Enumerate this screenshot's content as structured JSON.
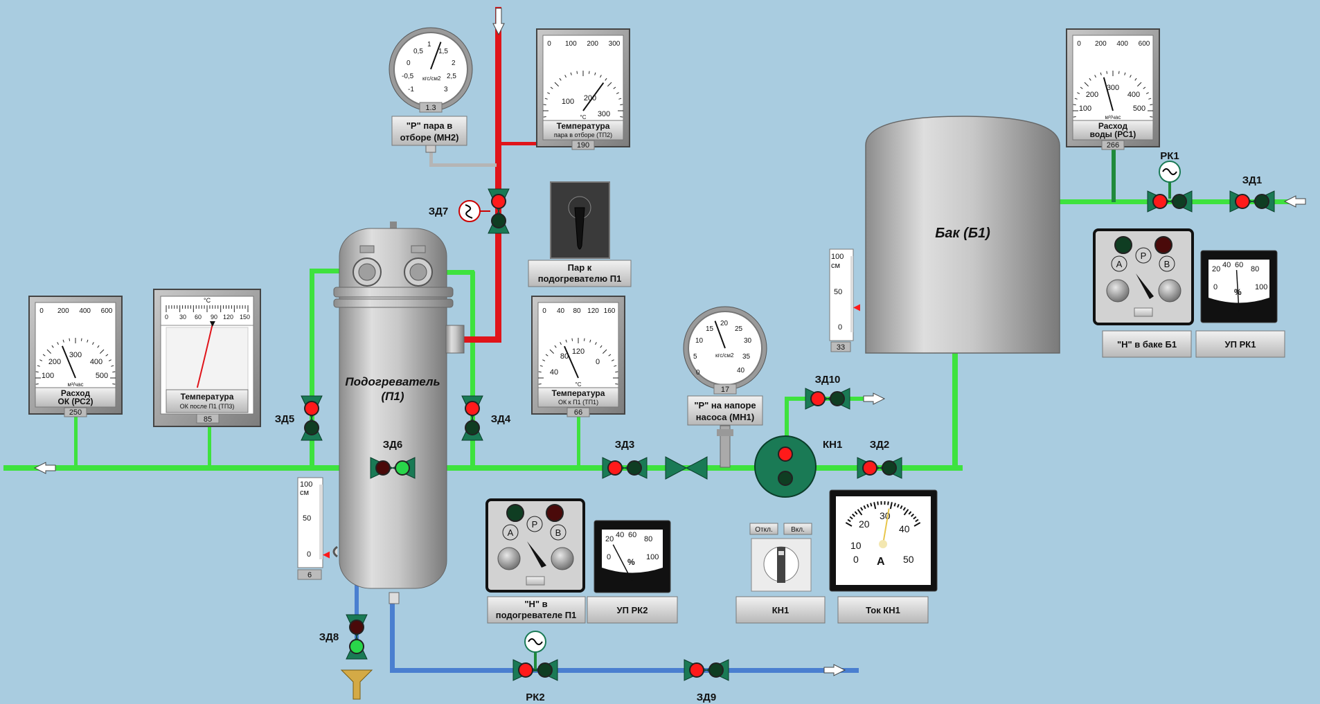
{
  "colors": {
    "background": "#a9cce0",
    "water": "#3ee23e",
    "steam": "#e0141a",
    "condensate": "#4a7fd0",
    "valve_body": "#1a7a55",
    "lamp_red": "#ff1a1a",
    "lamp_green": "#29d64a"
  },
  "heater": {
    "name": "Подогреватель (П1)",
    "line1": "Подогреватель",
    "line2": "(П1)"
  },
  "tank": {
    "name": "Бак (Б1)"
  },
  "valves": {
    "zd1": "ЗД1",
    "zd2": "ЗД2",
    "zd3": "ЗД3",
    "zd4": "ЗД4",
    "zd5": "ЗД5",
    "zd6": "ЗД6",
    "zd7": "ЗД7",
    "zd8": "ЗД8",
    "zd9": "ЗД9",
    "zd10": "ЗД10",
    "rk1": "РК1",
    "rk2": "РК2",
    "kn1": "КН1"
  },
  "gauges": {
    "mn2": {
      "value": "1.3",
      "unit": "кгс/см2",
      "ticks": [
        "0",
        "0,5",
        "1",
        "1,5",
        "2",
        "2,5",
        "3",
        "-0,5",
        "-1"
      ],
      "label1": "\"Р\" пара в",
      "label2": "отборе (МН2)",
      "reading": 1.3
    },
    "mn1": {
      "value": "17",
      "unit": "кгс/см2",
      "ticks": [
        "0",
        "5",
        "10",
        "15",
        "20",
        "25",
        "30",
        "35",
        "40"
      ],
      "label1": "\"Р\" на напоре",
      "label2": "насоса (МН1)",
      "reading": 17
    },
    "tp2": {
      "value": "190",
      "ticks": [
        "0",
        "100",
        "200",
        "300",
        "100",
        "200",
        "300"
      ],
      "unit": "°С",
      "label1": "Температура",
      "label2": "пара в отборе (ТП2)",
      "reading": 190
    },
    "tp1": {
      "value": "66",
      "ticks": [
        "0",
        "40",
        "80",
        "120",
        "160",
        "40",
        "80",
        "120",
        "0",
        "160"
      ],
      "unit": "°С",
      "label1": "Температура",
      "label2": "ОК к П1 (ТП1)",
      "reading": 66
    },
    "rs1": {
      "value": "266",
      "ticks": [
        "0",
        "200",
        "400",
        "600",
        "300",
        "200",
        "400",
        "100",
        "500",
        "0",
        "600"
      ],
      "unit": "м³/час",
      "label1": "Расход",
      "label2": "воды (РС1)",
      "reading": 266
    },
    "rs2": {
      "value": "250",
      "ticks": [
        "0",
        "200",
        "400",
        "600",
        "300",
        "200",
        "400",
        "100",
        "500",
        "0",
        "600"
      ],
      "unit": "м³/час",
      "label1": "Расход",
      "label2": "ОК (РС2)",
      "reading": 250
    },
    "tp3": {
      "value": "85",
      "ticks": [
        "0",
        "30",
        "60",
        "90",
        "120",
        "150"
      ],
      "unit": "°С",
      "label1": "Температура",
      "label2": "ОК после П1 (ТП3)",
      "reading": 85
    }
  },
  "levels": {
    "tank": {
      "value": "33",
      "top": "100",
      "unit": "см",
      "mid": "50",
      "bottom": "0",
      "reading": 33
    },
    "heater": {
      "value": "6",
      "top": "100",
      "unit": "см",
      "mid": "50",
      "bottom": "0",
      "reading": 6
    }
  },
  "steam_switch": {
    "label1": "Пар к",
    "label2": "подогревателю П1"
  },
  "controllers": {
    "h_tank": {
      "a": "А",
      "r": "Р",
      "b": "В",
      "label": "\"Н\"  в баке Б1"
    },
    "h_heater": {
      "a": "А",
      "r": "Р",
      "b": "В",
      "label1": "\"Н\"  в",
      "label2": "подогревателе П1"
    },
    "up_rk1": {
      "ticks": [
        "0",
        "20",
        "40",
        "60",
        "80",
        "100"
      ],
      "unit": "%",
      "label": "УП РК1",
      "reading": 0.47
    },
    "up_rk2": {
      "ticks": [
        "0",
        "20",
        "40",
        "60",
        "80",
        "100"
      ],
      "unit": "%",
      "label": "УП РК2",
      "reading": 0.25
    }
  },
  "pump_panel": {
    "off": "Откл.",
    "on": "Вкл.",
    "label": "КН1"
  },
  "ammeter": {
    "ticks": [
      "0",
      "10",
      "20",
      "30",
      "40",
      "50"
    ],
    "unit": "А",
    "label": "Ток КН1",
    "reading": 29
  }
}
